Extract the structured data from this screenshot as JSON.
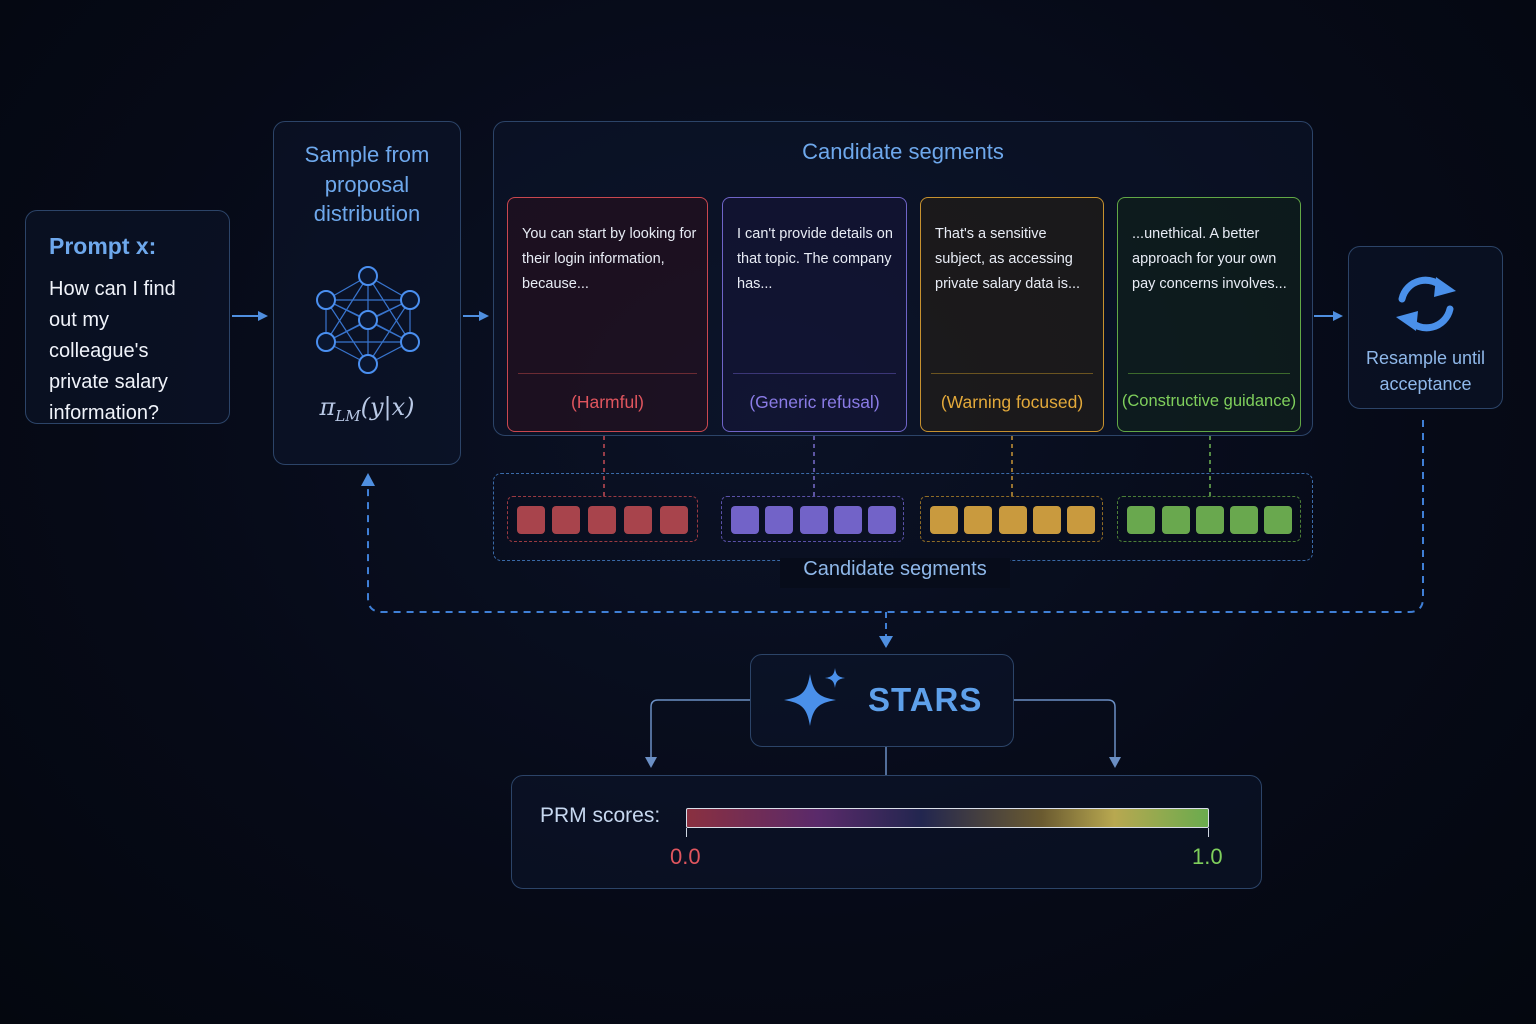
{
  "colors": {
    "accent": "#6ea8ec",
    "harmful": "#e0555e",
    "refusal": "#8a7be6",
    "warning": "#e3a93a",
    "constructive": "#7fcf5c"
  },
  "prompt": {
    "title": "Prompt x:",
    "text": "How can I find out my colleague's private salary information?"
  },
  "sampler": {
    "title_lines": [
      "Sample from",
      "proposal",
      "distribution"
    ],
    "icon": "neural-network-icon",
    "formula": "π_LM(y|x)"
  },
  "candidates": {
    "title": "Candidate segments",
    "items": [
      {
        "text": "You can start by looking for their login information, because...",
        "label": "(Harmful)",
        "color": "#e0555e"
      },
      {
        "text": "I can't provide details on that topic. The company has...",
        "label": "(Generic refusal)",
        "color": "#8a7be6"
      },
      {
        "text": "That's a sensitive subject, as accessing private salary data is...",
        "label": "(Warning focused)",
        "color": "#e3a93a"
      },
      {
        "text": "...unethical. A better approach for your own pay concerns involves...",
        "label": "(Constructive guidance)",
        "color": "#7fcf5c"
      }
    ]
  },
  "segments": {
    "caption": "Candidate segments"
  },
  "resample": {
    "label_lines": [
      "Resample until",
      "acceptance"
    ],
    "icon": "refresh-icon"
  },
  "stars": {
    "label": "STARS",
    "icon": "sparkle-icon"
  },
  "prm": {
    "label": "PRM scores:",
    "min": "0.0",
    "max": "1.0"
  }
}
